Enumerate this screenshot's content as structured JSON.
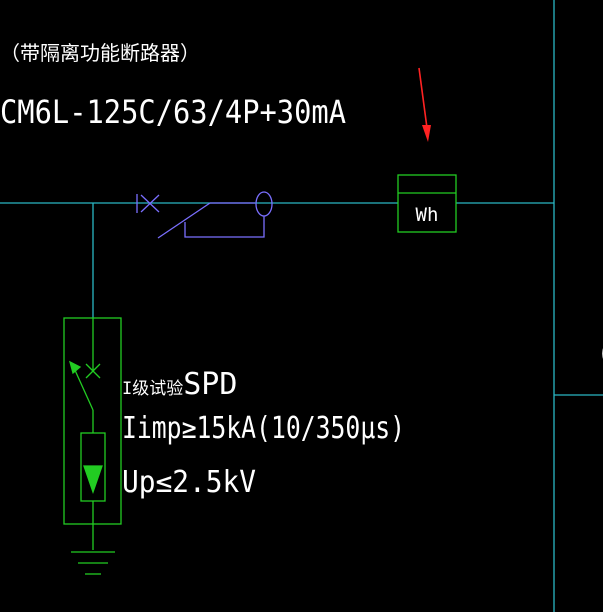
{
  "breaker": {
    "note": "（带隔离功能断路器）",
    "model": "CM6L-125C/63/4P+30mA"
  },
  "meter": {
    "label": "Wh"
  },
  "spd": {
    "title_cn": "I级试验",
    "title_en": "SPD",
    "imp": "Iimp≥15kA(10/350μs)",
    "up": "Up≤2.5kV"
  },
  "edge": {
    "partial_glyph": "("
  },
  "colors": {
    "background": "#000000",
    "bus_line": "#2ab7c4",
    "breaker_symbol": "#7a6fff",
    "meter_box": "#22cc22",
    "text": "#ffffff",
    "annotation_arrow": "#ff2222",
    "spd_box": "#22cc22",
    "ground": "#22cc22"
  }
}
